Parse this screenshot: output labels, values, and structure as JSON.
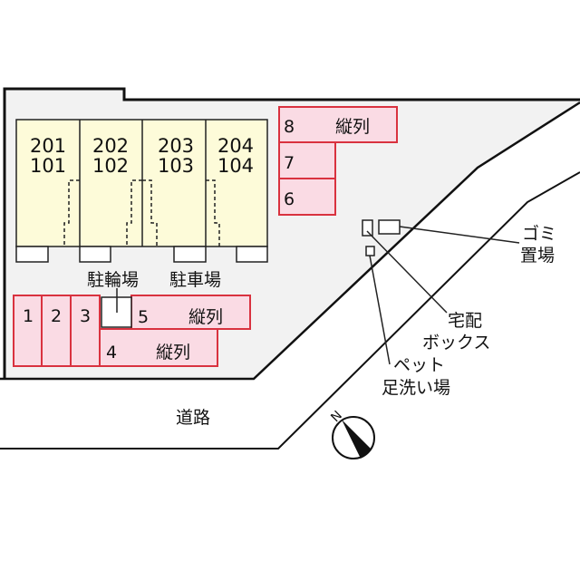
{
  "units": [
    {
      "upper": "201",
      "lower": "101"
    },
    {
      "upper": "202",
      "lower": "102"
    },
    {
      "upper": "203",
      "lower": "103"
    },
    {
      "upper": "204",
      "lower": "104"
    }
  ],
  "parking": {
    "p1": "1",
    "p2": "2",
    "p3": "3",
    "p4": "4",
    "p4_note": "縦列",
    "p5": "5",
    "p5_note": "縦列",
    "p6": "6",
    "p7": "7",
    "p8": "8",
    "p8_note": "縦列"
  },
  "labels": {
    "bicycle_parking": "駐輪場",
    "car_parking": "駐車場",
    "garbage_1": "ゴミ",
    "garbage_2": "置場",
    "delivery_1": "宅配",
    "delivery_2": "ボックス",
    "pet_1": "ペット",
    "pet_2": "足洗い場",
    "road": "道路",
    "north": "N"
  },
  "colors": {
    "building": "#fdfbd9",
    "parking_fill": "#fadbe4",
    "parking_stroke": "#d9323f",
    "lot": "#f2f2f2"
  }
}
